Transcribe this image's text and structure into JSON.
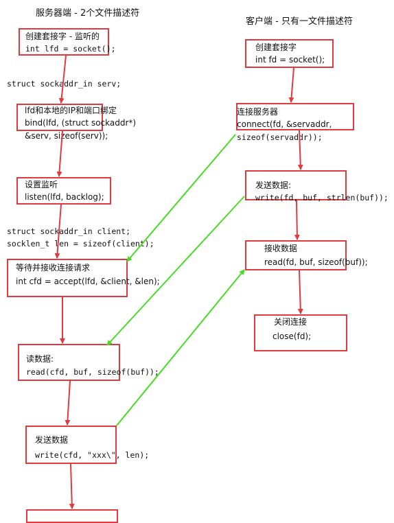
{
  "server": {
    "title": "服务器端 - 2个文件描述符",
    "create_socket": {
      "line1": "创建套接字 - 监听的",
      "line2": "int lfd = socket();"
    },
    "serv_decl": "struct sockaddr_in serv;",
    "bind": {
      "line1": "lfd和本地的IP和端口绑定",
      "line2": "bind(lfd, (struct sockaddr*)",
      "line3": "&serv, sizeof(serv));"
    },
    "listen": {
      "line1": "设置监听",
      "line2": "listen(lfd, backlog);"
    },
    "client_decl": {
      "line1": "struct sockaddr_in client;",
      "line2": "socklen_t len = sizeof(client);"
    },
    "accept": {
      "line1": "等待并接收连接请求",
      "line2": "int cfd = accept(lfd, &client, &len);"
    },
    "read": {
      "line1": "读数据:",
      "line2": "read(cfd, buf, sizeof(buf));"
    },
    "write": {
      "line1": "发送数据",
      "line2": "write(cfd, \"xxx\\\", len);"
    }
  },
  "client": {
    "title": "客户端 - 只有一文件描述符",
    "create_socket": {
      "line1": "创建套接字",
      "line2": "int fd = socket();"
    },
    "connect": {
      "line1": "连接服务器",
      "line2": "connect(fd, &servaddr,",
      "line3": "sizeof(servaddr));"
    },
    "write": {
      "line1": "发送数据:",
      "line2": "write(fd, buf, strlen(buf));"
    },
    "read": {
      "line1": "接收数据",
      "line2": "read(fd, buf, sizeof(buf));"
    },
    "close": {
      "line1": "关闭连接",
      "line2": "close(fd);"
    }
  },
  "colors": {
    "box_border": "#e0393e",
    "flow_arrow": "#e0393e",
    "exchange_arrow": "#44dd22"
  }
}
